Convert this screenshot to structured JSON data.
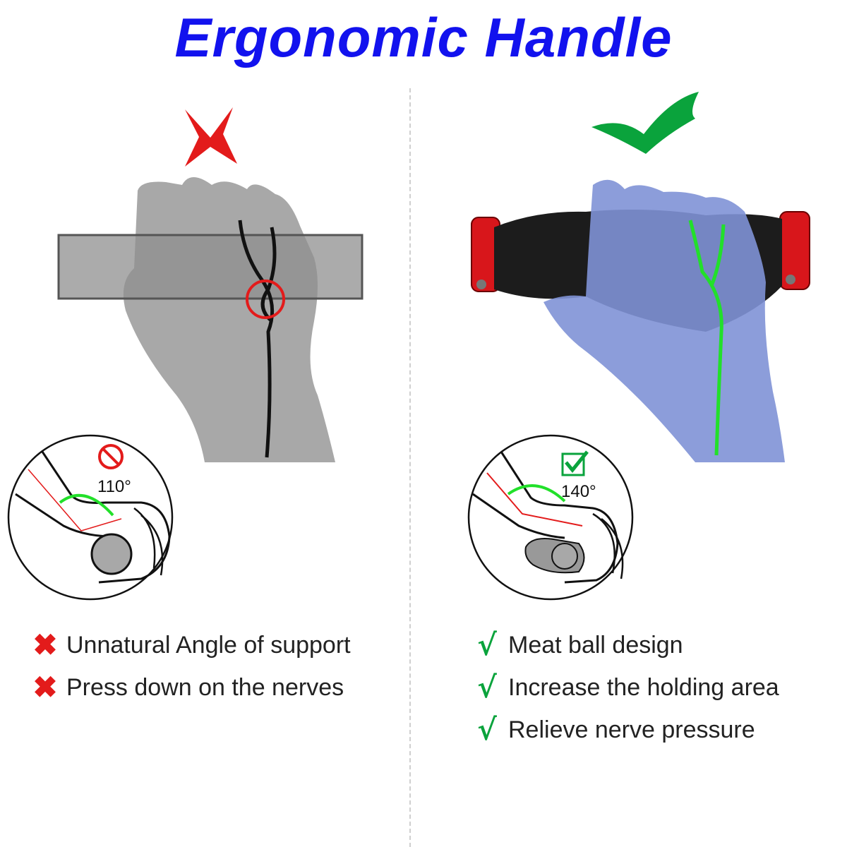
{
  "title": "Ergonomic Handle",
  "colors": {
    "title": "#1212ee",
    "bad": "#e31b1b",
    "good": "#0aa33c",
    "bad_hand": "#a8a8a8",
    "good_hand": "#7f92d6",
    "nerve_good": "#22e02a",
    "grip_end": "#d8161b"
  },
  "left_panel": {
    "status_icon": "red-cross-icon",
    "angle_label": "110°",
    "angle_icon": "prohibited-icon",
    "features": [
      {
        "icon": "cross-icon",
        "text": "Unnatural Angle of support"
      },
      {
        "icon": "cross-icon",
        "text": "Press down on the nerves"
      }
    ]
  },
  "right_panel": {
    "status_icon": "green-check-icon",
    "angle_label": "140°",
    "angle_icon": "checked-box-icon",
    "features": [
      {
        "icon": "check-icon",
        "text": "Meat ball design"
      },
      {
        "icon": "check-icon",
        "text": "Increase the holding area"
      },
      {
        "icon": "check-icon",
        "text": "Relieve nerve pressure"
      }
    ]
  }
}
